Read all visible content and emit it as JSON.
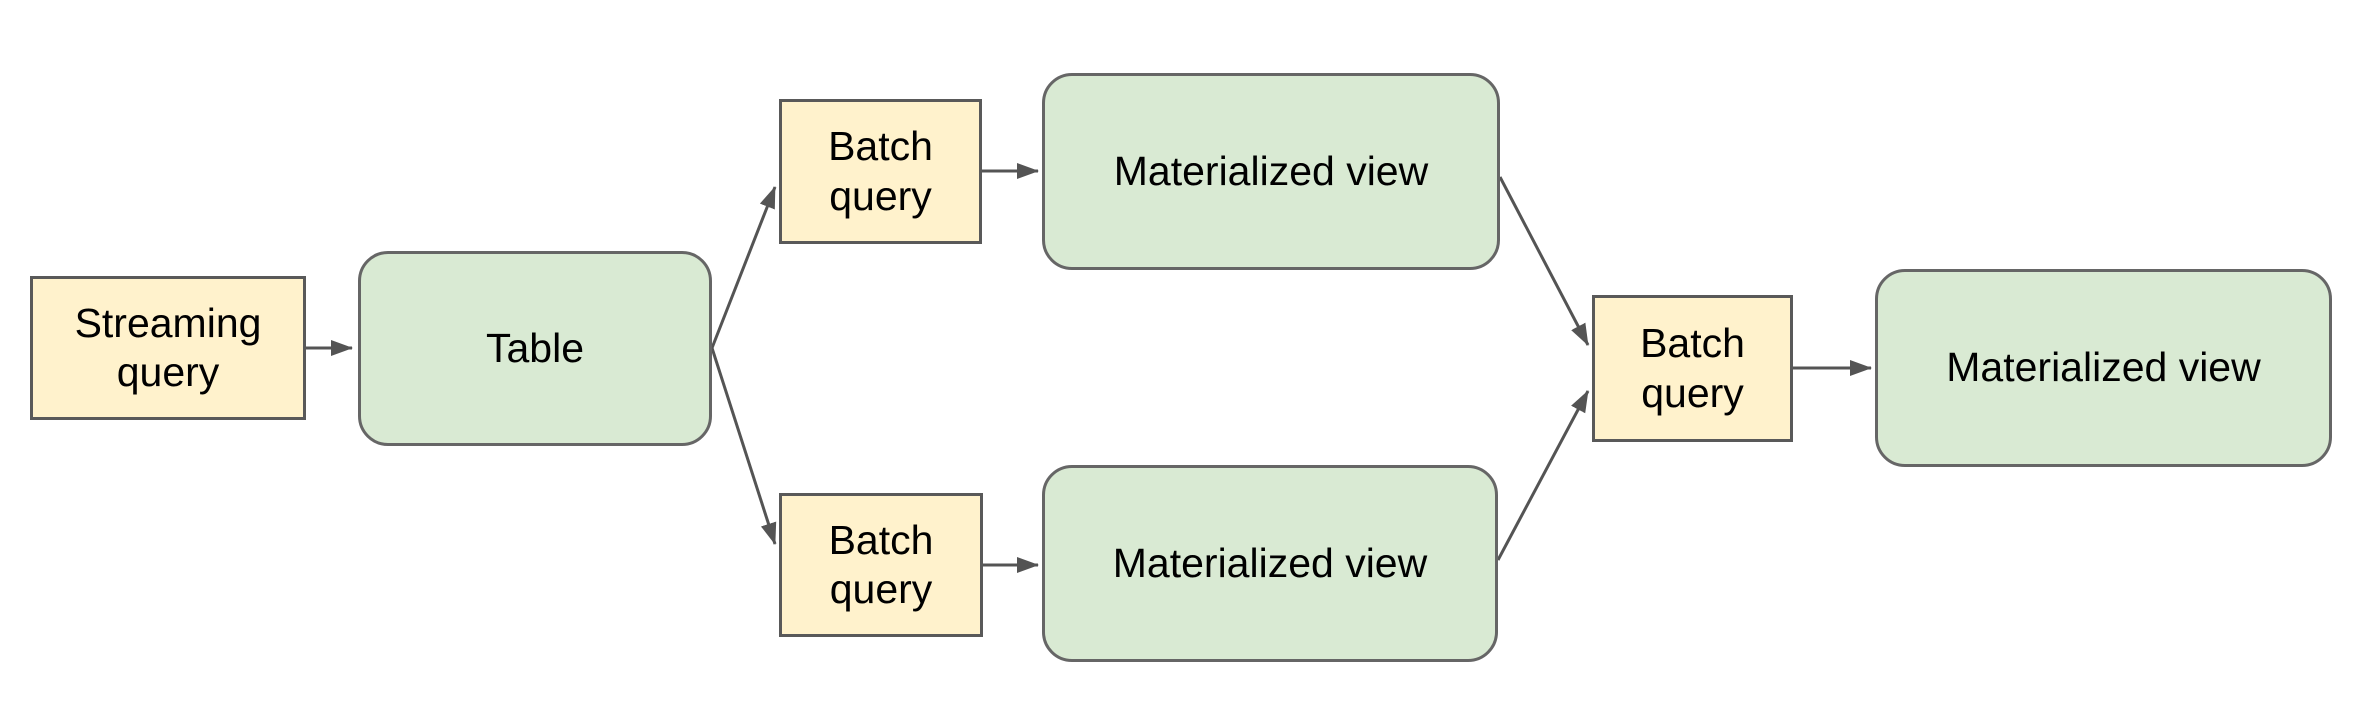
{
  "diagram": {
    "colors": {
      "process_fill": "#fff2cc",
      "process_border": "#595959",
      "data_fill": "#d9ead3",
      "data_border": "#666666",
      "arrow": "#545454",
      "text": "#000000",
      "background": "#ffffff"
    },
    "nodes": [
      {
        "id": "streaming-query",
        "label": "Streaming query",
        "kind": "query"
      },
      {
        "id": "table",
        "label": "Table",
        "kind": "table"
      },
      {
        "id": "batch-query-top",
        "label": "Batch query",
        "kind": "query"
      },
      {
        "id": "mv-top",
        "label": "Materialized view",
        "kind": "table"
      },
      {
        "id": "batch-query-bottom",
        "label": "Batch query",
        "kind": "query"
      },
      {
        "id": "mv-bottom",
        "label": "Materialized view",
        "kind": "table"
      },
      {
        "id": "batch-query-right",
        "label": "Batch query",
        "kind": "query"
      },
      {
        "id": "mv-final",
        "label": "Materialized view",
        "kind": "table"
      }
    ],
    "edges": [
      {
        "from": "streaming-query",
        "to": "table"
      },
      {
        "from": "table",
        "to": "batch-query-top"
      },
      {
        "from": "batch-query-top",
        "to": "mv-top"
      },
      {
        "from": "mv-top",
        "to": "batch-query-right"
      },
      {
        "from": "table",
        "to": "batch-query-bottom"
      },
      {
        "from": "batch-query-bottom",
        "to": "mv-bottom"
      },
      {
        "from": "mv-bottom",
        "to": "batch-query-right"
      },
      {
        "from": "batch-query-right",
        "to": "mv-final"
      }
    ]
  }
}
